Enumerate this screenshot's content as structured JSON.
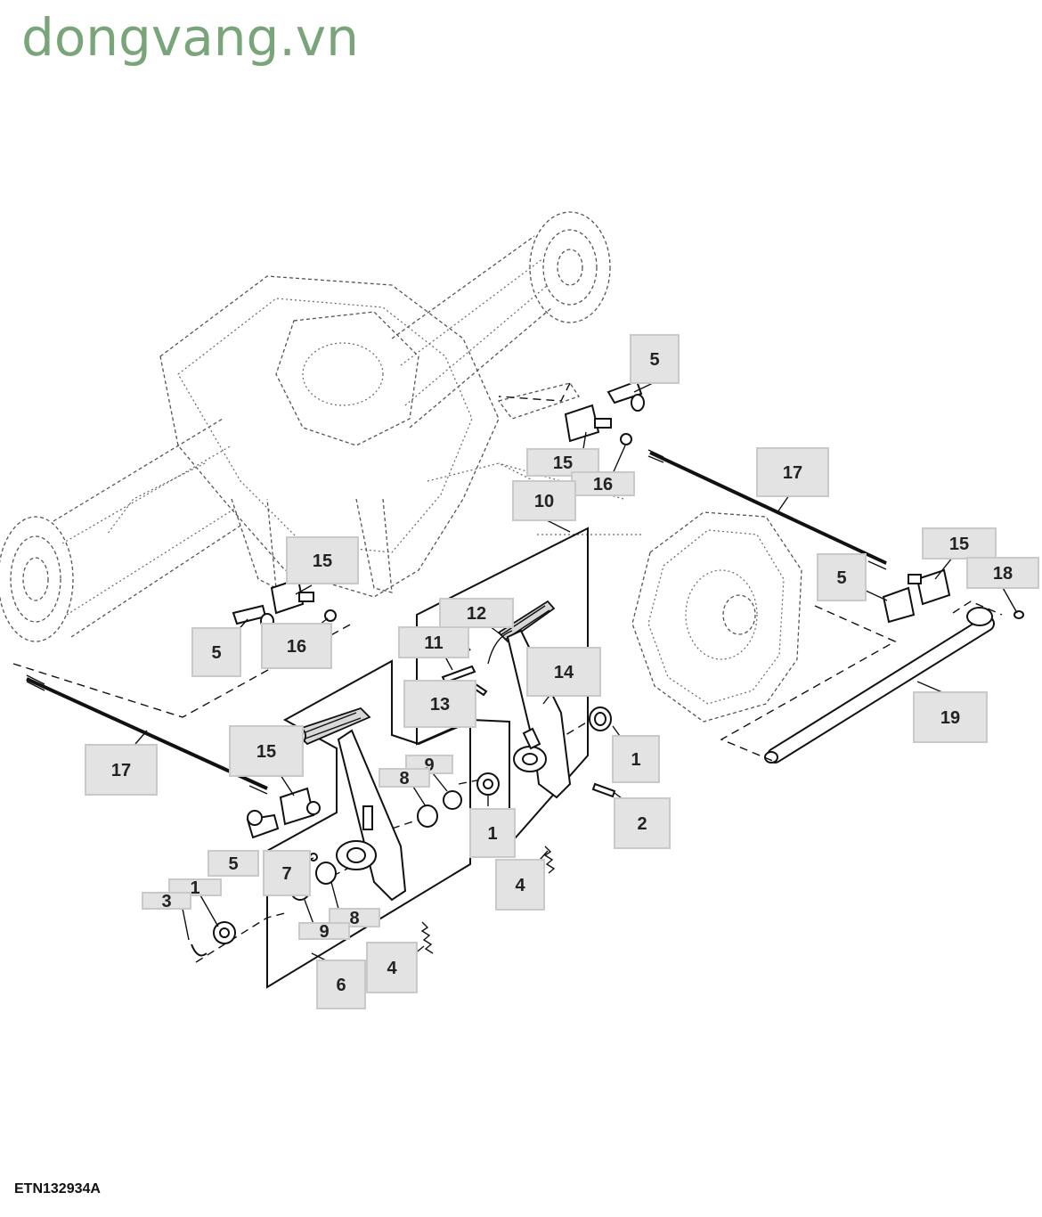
{
  "watermark": "dongvang.vn",
  "figure_id": "ETN132934A",
  "callouts": [
    {
      "label": "5"
    },
    {
      "label": "15"
    },
    {
      "label": "16"
    },
    {
      "label": "10"
    },
    {
      "label": "17"
    },
    {
      "label": "15"
    },
    {
      "label": "18"
    },
    {
      "label": "5"
    },
    {
      "label": "15"
    },
    {
      "label": "5"
    },
    {
      "label": "16"
    },
    {
      "label": "12"
    },
    {
      "label": "11"
    },
    {
      "label": "14"
    },
    {
      "label": "13"
    },
    {
      "label": "19"
    },
    {
      "label": "17"
    },
    {
      "label": "15"
    },
    {
      "label": "9"
    },
    {
      "label": "8"
    },
    {
      "label": "1"
    },
    {
      "label": "2"
    },
    {
      "label": "1"
    },
    {
      "label": "5"
    },
    {
      "label": "7"
    },
    {
      "label": "4"
    },
    {
      "label": "1"
    },
    {
      "label": "3"
    },
    {
      "label": "8"
    },
    {
      "label": "9"
    },
    {
      "label": "4"
    },
    {
      "label": "6"
    }
  ]
}
